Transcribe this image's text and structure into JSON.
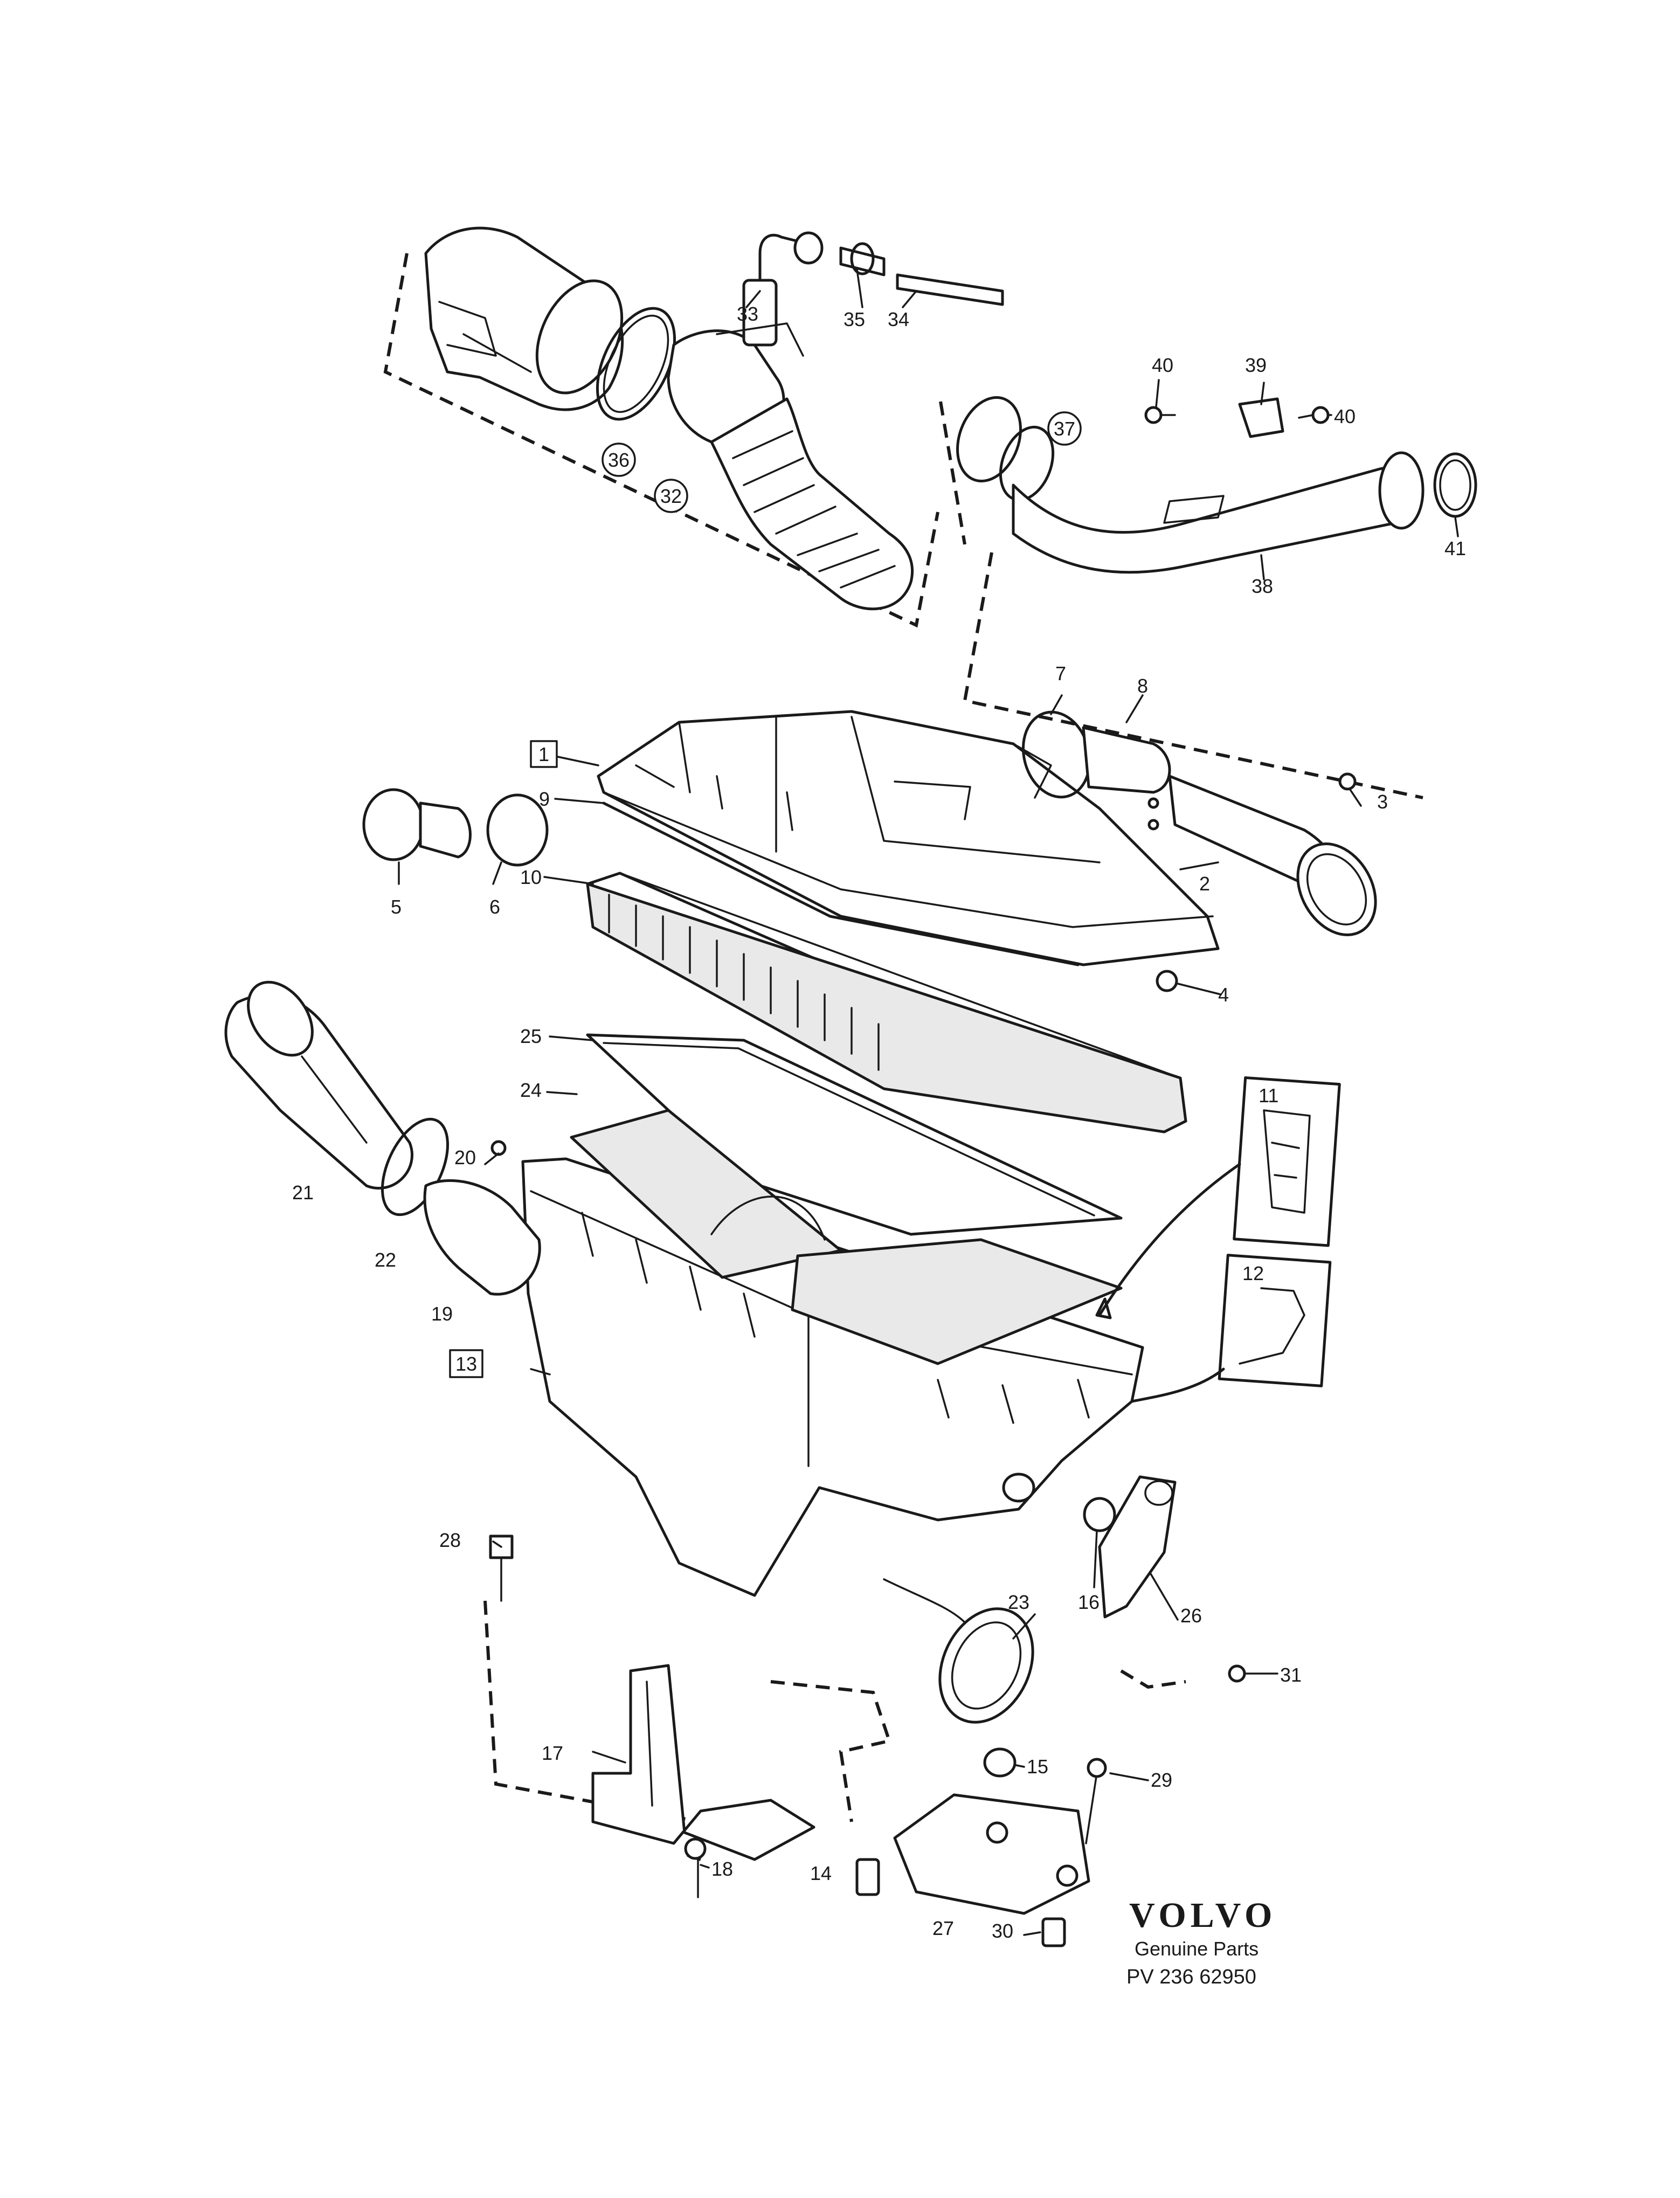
{
  "callouts": {
    "c1": "1",
    "c2": "2",
    "c3": "3",
    "c4": "4",
    "c5": "5",
    "c6": "6",
    "c7": "7",
    "c8": "8",
    "c9": "9",
    "c10": "10",
    "c11": "11",
    "c12": "12",
    "c13": "13",
    "c14": "14",
    "c15": "15",
    "c16": "16",
    "c17": "17",
    "c18": "18",
    "c19": "19",
    "c20": "20",
    "c21": "21",
    "c22": "22",
    "c23": "23",
    "c24": "24",
    "c25": "25",
    "c26": "26",
    "c27": "27",
    "c28": "28",
    "c29": "29",
    "c30": "30",
    "c31": "31",
    "c32": "32",
    "c33": "33",
    "c34": "34",
    "c35": "35",
    "c36": "36",
    "c37": "37",
    "c38": "38",
    "c39": "39",
    "c40a": "40",
    "c40b": "40",
    "c41": "41"
  },
  "brand": {
    "name": "VOLVO",
    "subtitle": "Genuine Parts",
    "code": "PV 236 62950"
  },
  "colors": {
    "ink": "#1a1a1a",
    "paper": "#ffffff"
  }
}
